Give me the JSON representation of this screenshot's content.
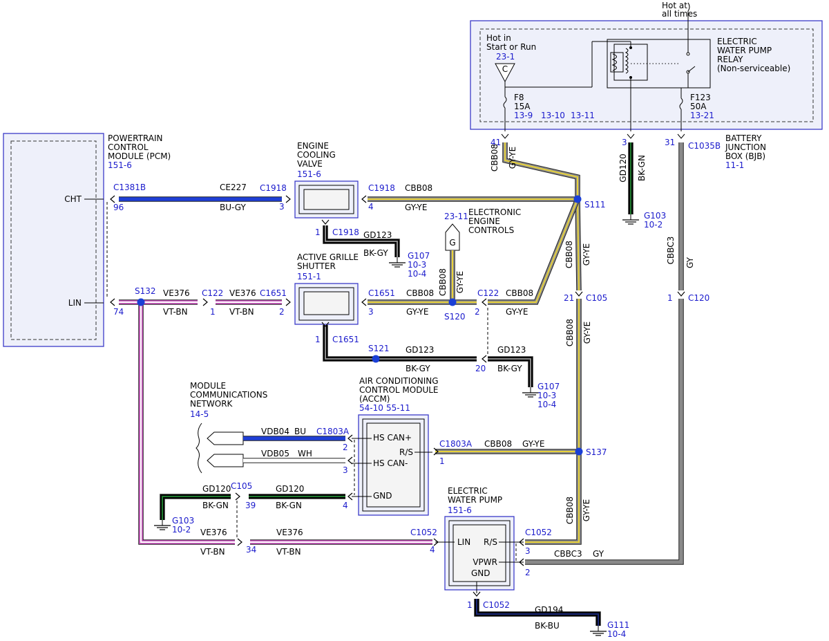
{
  "colors": {
    "ref_text": "#1a1acc",
    "module_box": "#3b3bc8",
    "module_fill": "#eef0fa",
    "bu": "#1f3fd6",
    "bk": "#000000",
    "gy": "#8a8a8a",
    "ye": "#e8d23a",
    "vt": "#c95bbf",
    "gn": "#1f7a2e",
    "dark_blue": "#1c2a7a",
    "wh": "#ffffff",
    "splice": "#1a3fd6"
  },
  "bjb": {
    "hot_at_all_times": [
      "Hot at",
      "all times"
    ],
    "hot_in": [
      "Hot in",
      "Start or Run"
    ],
    "hot_in_ref": "23-1",
    "hot_in_symbol": "C",
    "relay_label": [
      "ELECTRIC",
      "WATER PUMP",
      "RELAY",
      "(Non-serviceable)"
    ],
    "fuse_f8": {
      "name": "F8",
      "rating": "15A",
      "refs": [
        "13-9",
        "13-10",
        "13-11"
      ]
    },
    "fuse_f123": {
      "name": "F123",
      "rating": "50A",
      "ref": "13-21"
    },
    "title": [
      "BATTERY",
      "JUNCTION",
      "BOX (BJB)"
    ],
    "title_ref": "11-1",
    "pin_41": "41",
    "pin_3": "3",
    "pin_31": "31",
    "connector": "C1035B"
  },
  "pcm": {
    "title": [
      "POWERTRAIN",
      "CONTROL",
      "MODULE (PCM)"
    ],
    "ref": "151-6",
    "pin_cht": "CHT",
    "pin_lin": "LIN",
    "connector": "C1381B",
    "pin_96": "96",
    "pin_74": "74"
  },
  "ecv": {
    "title": [
      "ENGINE",
      "COOLING",
      "VALVE"
    ],
    "ref": "151-6",
    "left_connector": "C1918",
    "left_pin": "3",
    "right_connector": "C1918",
    "right_pin": "4",
    "gnd_pin": "1",
    "gnd_connector": "C1918"
  },
  "agss": {
    "title": [
      "ACTIVE GRILLE",
      "SHUTTER"
    ],
    "ref": "151-1",
    "left_connector": "C1651",
    "left_pin": "2",
    "right_connector": "C1651",
    "right_pin": "3",
    "gnd_pin": "1",
    "gnd_connector": "C1651"
  },
  "eec": {
    "ref": "23-11",
    "title": [
      "ELECTRONIC",
      "ENGINE",
      "CONTROLS"
    ],
    "symbol": "G"
  },
  "mcn": {
    "title": [
      "MODULE",
      "COMMUNICATIONS",
      "NETWORK"
    ],
    "ref": "14-5"
  },
  "accm": {
    "title": [
      "AIR CONDITIONING",
      "CONTROL MODULE",
      "(ACCM)"
    ],
    "refs": [
      "54-10",
      "55-11"
    ],
    "pin_hscanp": "HS CAN+",
    "pin_rs": "R/S",
    "pin_hscanm": "HS CAN-",
    "pin_gnd": "GND",
    "connector": "C1803A",
    "pin_2": "2",
    "pin_3": "3",
    "pin_4": "4",
    "rs_connector": "C1803A",
    "rs_pin": "1"
  },
  "ewp": {
    "title": [
      "ELECTRIC",
      "WATER PUMP"
    ],
    "ref": "151-6",
    "pin_lin": "LIN",
    "pin_rs": "R/S",
    "pin_vpwr": "VPWR",
    "pin_gnd": "GND",
    "left_connector": "C1052",
    "left_pin": "4",
    "right_connector": "C1052",
    "pin_3": "3",
    "pin_2": "2",
    "gnd_pin": "1",
    "gnd_connector": "C1052"
  },
  "wires": {
    "ce227": {
      "circuit": "CE227",
      "color": "BU-GY"
    },
    "cbb08_top": {
      "circuit": "CBB08",
      "color": "GY-YE"
    },
    "cbb08_bjb": {
      "circuit": "CBB08",
      "color": "GY-YE"
    },
    "gd120_bjb": {
      "circuit": "GD120",
      "color": "BK-GN"
    },
    "cbbc3_bjb": {
      "circuit": "CBBC3",
      "color": "GY"
    },
    "gd123_ecv": {
      "circuit": "GD123",
      "color": "BK-GY"
    },
    "cbb08_s111_c105": {
      "circuit": "CBB08",
      "color": "GY-YE"
    },
    "cbb08_eec": {
      "circuit": "CBB08",
      "color": "GY-YE"
    },
    "ve376_a": {
      "circuit": "VE376",
      "color": "VT-BN"
    },
    "ve376_b": {
      "circuit": "VE376",
      "color": "VT-BN"
    },
    "cbb08_agss": {
      "circuit": "CBB08",
      "color": "GY-YE"
    },
    "cbb08_c122": {
      "circuit": "CBB08",
      "color": "GY-YE"
    },
    "gd123_agss": {
      "circuit": "GD123",
      "color": "BK-GY"
    },
    "gd123_c122": {
      "circuit": "GD123",
      "color": "BK-GY"
    },
    "cbb08_c105_s137": {
      "circuit": "CBB08",
      "color": "GY-YE"
    },
    "vdb04": {
      "circuit": "VDB04",
      "color": "BU"
    },
    "vdb05": {
      "circuit": "VDB05",
      "color": "WH"
    },
    "cbb08_accm": {
      "circuit": "CBB08",
      "color": "GY-YE"
    },
    "gd120_a": {
      "circuit": "GD120",
      "color": "BK-GN"
    },
    "gd120_b": {
      "circuit": "GD120",
      "color": "BK-GN"
    },
    "cbb08_ewp": {
      "circuit": "CBB08",
      "color": "GY-YE"
    },
    "ve376_c": {
      "circuit": "VE376",
      "color": "VT-BN"
    },
    "ve376_d": {
      "circuit": "VE376",
      "color": "VT-BN"
    },
    "cbbc3_ewp": {
      "circuit": "CBBC3",
      "color": "GY"
    },
    "gd194": {
      "circuit": "GD194",
      "color": "BK-BU"
    }
  },
  "splices": {
    "s111": "S111",
    "s120": "S120",
    "s121": "S121",
    "s132": "S132",
    "s137": "S137"
  },
  "connectors": {
    "c105_top": {
      "name": "C105",
      "pin": "21"
    },
    "c120": {
      "name": "C120",
      "pin": "1"
    },
    "c122_a": {
      "name": "C122",
      "pin": "1"
    },
    "c122_b": {
      "name": "C122",
      "pin": "2"
    },
    "c122_gnd_pin": "20",
    "c105_low": {
      "name": "C105",
      "pin": "39"
    },
    "c105_ve_pin": "34"
  },
  "grounds": {
    "g103_top": {
      "name": "G103",
      "ref": "10-2"
    },
    "g107_a": {
      "name": "G107",
      "refs": [
        "10-3",
        "10-4"
      ]
    },
    "g107_b": {
      "name": "G107",
      "refs": [
        "10-3",
        "10-4"
      ]
    },
    "g103_low": {
      "name": "G103",
      "ref": "10-2"
    },
    "g111": {
      "name": "G111",
      "ref": "10-4"
    }
  }
}
